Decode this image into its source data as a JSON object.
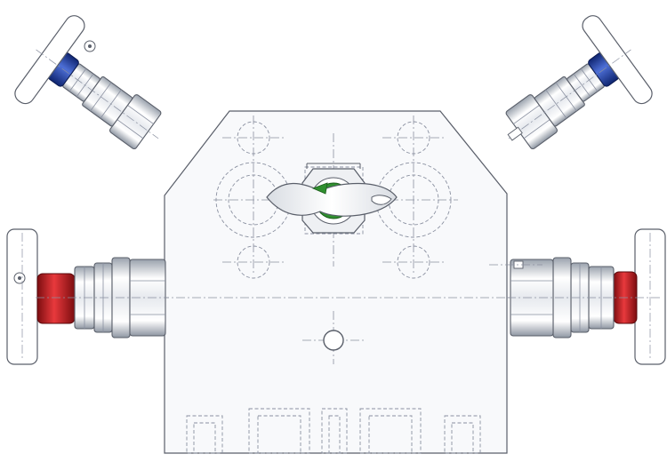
{
  "colors": {
    "outline": "#5a5f6a",
    "dash": "#8a90a0",
    "body_fill": "#f8f9fb",
    "metal_light": "#ffffff",
    "metal_mid": "#d9dde3",
    "metal_dark": "#9aa2ad",
    "blue_accent": "#1f3f9e",
    "red_accent": "#c0181c",
    "green_accent": "#2f8f2f"
  },
  "parts": {
    "manifold_body": "manifold-body",
    "valves": [
      "upper-left-isolation-valve",
      "upper-right-isolation-valve",
      "left-vent-valve",
      "right-vent-valve"
    ],
    "center_valve": "center-equalizer-valve"
  }
}
